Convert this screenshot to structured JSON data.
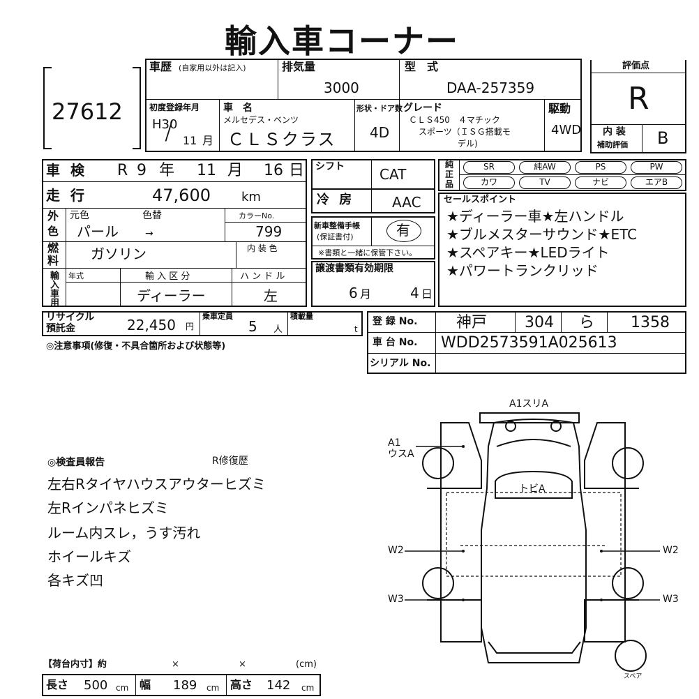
{
  "title": "輸入車コーナー",
  "lot_no": "27612",
  "history": {
    "label": "車歴",
    "note": "(自家用以外は記入)"
  },
  "displacement": {
    "label": "排気量",
    "value": "3000"
  },
  "model": {
    "label": "型　式",
    "value": "DAA-257359"
  },
  "evaluation": {
    "label": "評価点",
    "score": "R"
  },
  "interior": {
    "label1": "内 装",
    "label2": "補助評価",
    "score": "B"
  },
  "first_reg": {
    "label": "初度登録年月",
    "year": "H30",
    "slash": "/",
    "month": "11",
    "month_unit": "月"
  },
  "car_name": {
    "label": "車　名",
    "maker": "メルセデス・ベンツ",
    "name": "ＣＬＳクラス"
  },
  "body_type": {
    "label": "形状・ドア数",
    "value": "4D"
  },
  "grade": {
    "label": "グレード",
    "line1": "ＣＬＳ450　４マチック",
    "line2": "スポーツ（ＩＳＧ搭載モ",
    "line3": "デル)"
  },
  "drive": {
    "label": "駆動",
    "value": "4WD"
  },
  "inspection": {
    "label": "車 検",
    "era": "R",
    "year": "9",
    "year_unit": "年",
    "month": "11",
    "month_unit": "月",
    "day": "16",
    "day_unit": "日"
  },
  "mileage": {
    "label": "走 行",
    "value": "47,600",
    "unit": "km"
  },
  "exterior_color": {
    "label1": "外",
    "label2": "色",
    "orig_label": "元色",
    "orig_value": "パール",
    "change_label": "色替",
    "arrow": "→",
    "color_no_label": "カラーNo.",
    "color_no": "799"
  },
  "fuel": {
    "label1": "燃",
    "label2": "料",
    "value": "ガソリン",
    "interior_color_label": "内 装 色"
  },
  "import": {
    "label": "輸入車用",
    "year_label": "年式",
    "kubun_label": "輸 入 区 分",
    "kubun_value": "ディーラー",
    "handle_label": "ハ ン ド ル",
    "handle_value": "左"
  },
  "recycle": {
    "label1": "リサイクル",
    "label2": "預託金",
    "value": "22,450",
    "unit": "円"
  },
  "capacity": {
    "label": "乗車定員",
    "value": "5",
    "unit": "人"
  },
  "load": {
    "label": "積載量",
    "unit": "t"
  },
  "shift": {
    "label": "シフト",
    "value": "CAT"
  },
  "ac": {
    "label": "冷 房",
    "value": "AAC"
  },
  "maintenance": {
    "label1": "新車整備手帳",
    "label2": "(保証書付)",
    "value": "有",
    "note": "※書類と一緒に保管下さい。"
  },
  "transfer": {
    "label": "譲渡書類有効期限",
    "month": "6",
    "month_unit": "月",
    "day": "4",
    "day_unit": "日"
  },
  "equipment": {
    "label1": "純",
    "label2": "正",
    "label3": "品",
    "row1": [
      "SR",
      "純AW",
      "PS",
      "PW"
    ],
    "row2": [
      "カワ",
      "TV",
      "ナビ",
      "エアB"
    ]
  },
  "sales_points": {
    "label": "セールスポイント",
    "lines": [
      "★ディーラー車★左ハンドル",
      "★ブルメスターサウンド★ETC",
      "★スペアキー★LEDライト",
      "★パワートランクリッド"
    ]
  },
  "notes_label": "◎注意事項(修復・不具合箇所および状態等)",
  "registration": {
    "label": "登 録 No.",
    "place": "神戸",
    "class": "304",
    "kana": "ら",
    "number": "1358"
  },
  "chassis": {
    "label": "車 台 No.",
    "value": "WDD2573591A025613"
  },
  "serial": {
    "label": "シリアル No."
  },
  "inspector": {
    "label": "◎検査員報告",
    "repair": "R修復歴",
    "lines": [
      "左右Rタイヤハウスアウターヒズミ",
      "左Rインパネヒズミ",
      "ルーム内スレ，うす汚れ",
      "ホイールキズ",
      "各キズ凹"
    ]
  },
  "diagram": {
    "top_label": "A1スリA",
    "a1_label1": "A1",
    "a1_label2": "ウスA",
    "roof_label": "トビA",
    "w2_left": "W2",
    "w2_right": "W2",
    "w3_left": "W3",
    "w3_right": "W3",
    "spare_label": "スペア"
  },
  "cargo": {
    "header": "【荷台内寸】約",
    "x1": "×",
    "x2": "×",
    "unit": "(cm)",
    "length_label": "長さ",
    "length": "500",
    "width_label": "幅",
    "width": "189",
    "height_label": "高さ",
    "height": "142",
    "cm": "cm"
  }
}
